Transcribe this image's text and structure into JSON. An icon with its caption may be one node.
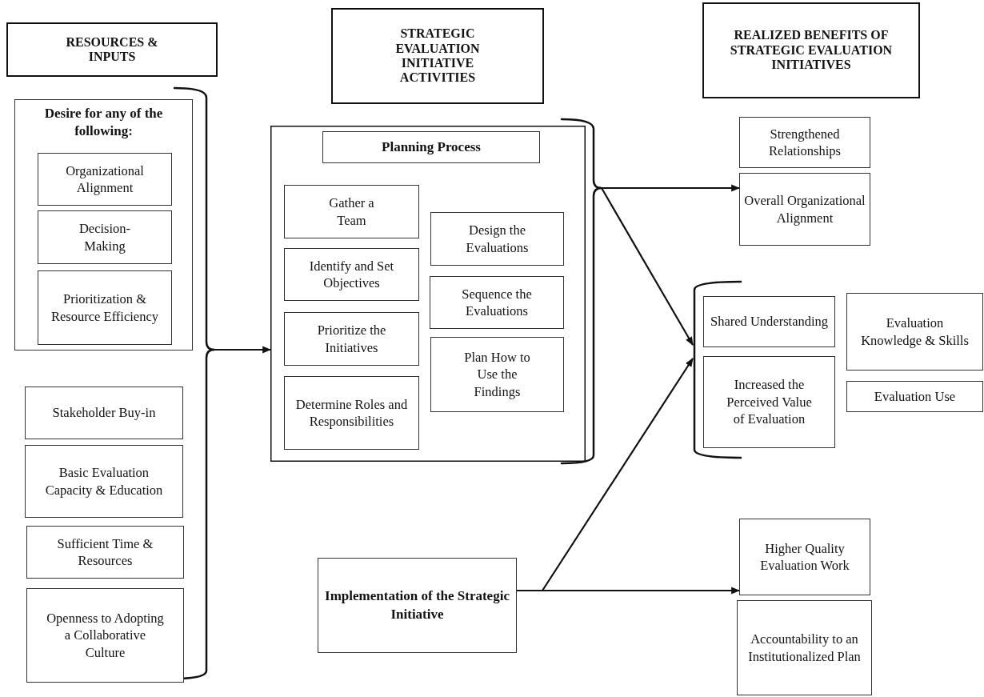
{
  "diagram": {
    "nodes": [
      {
        "text": [
          "RESOURCES & INPUTS"
        ]
      },
      {
        "text": [
          "STRATEGIC EVALUATION INITIATIVE ACTIVITIES"
        ]
      },
      {
        "text": [
          "REALIZED BENEFITS OF STRATEGIC EVALUATION INITIATIVES"
        ]
      },
      {
        "text": [],
        "shape": "brace"
      },
      {
        "text": [
          "Desire for any of the following:"
        ],
        "in": 3
      },
      {
        "text": [
          "Organizational Alignment"
        ],
        "in": 4
      },
      {
        "text": [
          "Decision-Making"
        ],
        "in": 4
      },
      {
        "text": [
          "Prioritization & Resource Efficiency"
        ],
        "in": 4
      },
      {
        "text": [
          "Stakeholder Buy-in"
        ],
        "in": 3
      },
      {
        "text": [
          "Basic Evaluation Capacity & Education"
        ],
        "in": 3
      },
      {
        "text": [
          "Sufficient Time & Resources"
        ],
        "in": 3
      },
      {
        "text": [
          "Openness to Adopting a Collaborative Culture"
        ],
        "in": 3
      },
      {
        "text": [],
        "shape": "brace"
      },
      {
        "text": [],
        "shape": "box",
        "in": 12
      },
      {
        "text": [
          "Planning Process"
        ],
        "in": 13
      },
      {
        "text": [
          "Gather a Team"
        ],
        "in": 13
      },
      {
        "text": [
          "Identify and Set Objectives"
        ],
        "in": 13
      },
      {
        "text": [
          "Prioritize the Initiatives"
        ],
        "in": 13
      },
      {
        "text": [
          "Determine Roles and Responsibilities"
        ],
        "in": 13
      },
      {
        "text": [
          "Design the Evaluations"
        ],
        "in": 13
      },
      {
        "text": [
          "Sequence the Evaluations"
        ],
        "in": 13
      },
      {
        "text": [
          "Plan How to Use the Findings"
        ],
        "in": 13
      },
      {
        "text": [
          "Strengthened Relationships"
        ]
      },
      {
        "text": [
          "Overall Organizational Alignment"
        ]
      },
      {
        "text": [],
        "shape": "bracket"
      },
      {
        "text": [
          "Shared Understanding"
        ],
        "in": 24
      },
      {
        "text": [
          "Increased the Perceived Value of Evaluation"
        ],
        "in": 24
      },
      {
        "text": [
          "Evaluation Knowledge & Skills"
        ]
      },
      {
        "text": [
          "Evaluation Use"
        ]
      },
      {
        "text": [
          "Implementation of the Strategic Initiative"
        ]
      },
      {
        "text": [
          "Higher Quality Evaluation Work"
        ]
      },
      {
        "text": [
          "Accountability to an Institutionalized Plan"
        ]
      }
    ],
    "edges": [
      {
        "from": 3,
        "to": 13,
        "arrow": "to"
      },
      {
        "from": 12,
        "to": 23,
        "arrow": "to"
      },
      {
        "from": 12,
        "to": 24,
        "arrow": "to"
      },
      {
        "from": 29,
        "to": 24,
        "arrow": "to"
      },
      {
        "from": 29,
        "to": 30,
        "arrow": "to"
      }
    ]
  }
}
